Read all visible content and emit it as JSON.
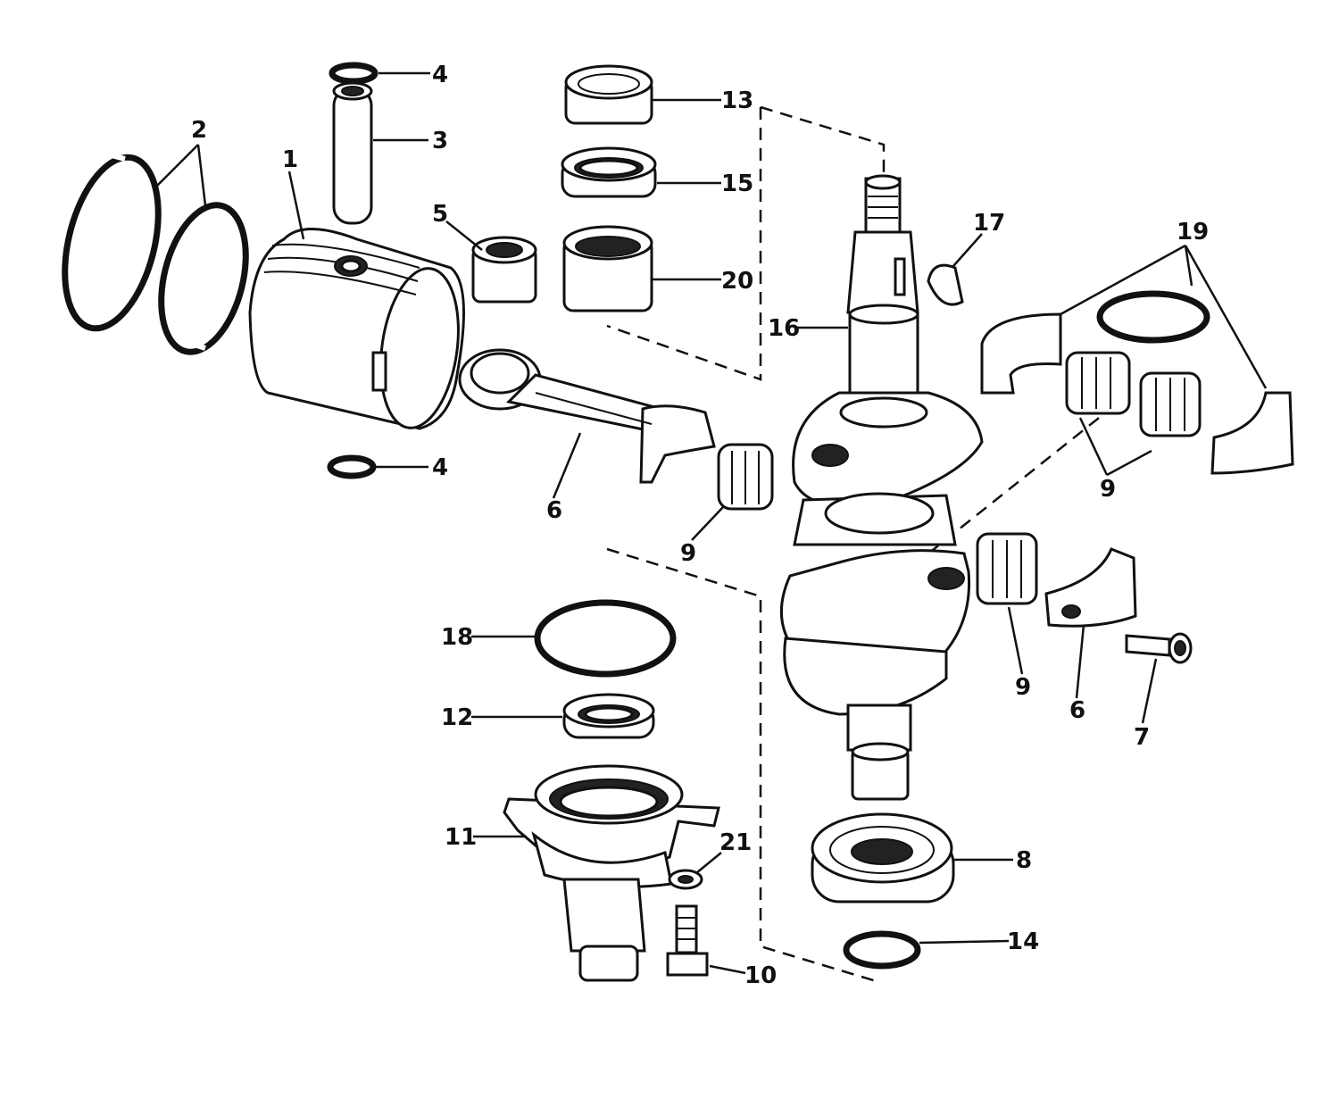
{
  "colors": {
    "ink": "#111111",
    "paper": "#ffffff"
  },
  "labels": {
    "l1": "1",
    "l2": "2",
    "l3": "3",
    "l4a": "4",
    "l4b": "4",
    "l5": "5",
    "l6a": "6",
    "l6b": "6",
    "l7": "7",
    "l8": "8",
    "l9a": "9",
    "l9b": "9",
    "l9c": "9",
    "l10": "10",
    "l11": "11",
    "l12": "12",
    "l13": "13",
    "l14": "14",
    "l15": "15",
    "l16": "16",
    "l17": "17",
    "l18": "18",
    "l19": "19",
    "l20": "20",
    "l21": "21"
  }
}
